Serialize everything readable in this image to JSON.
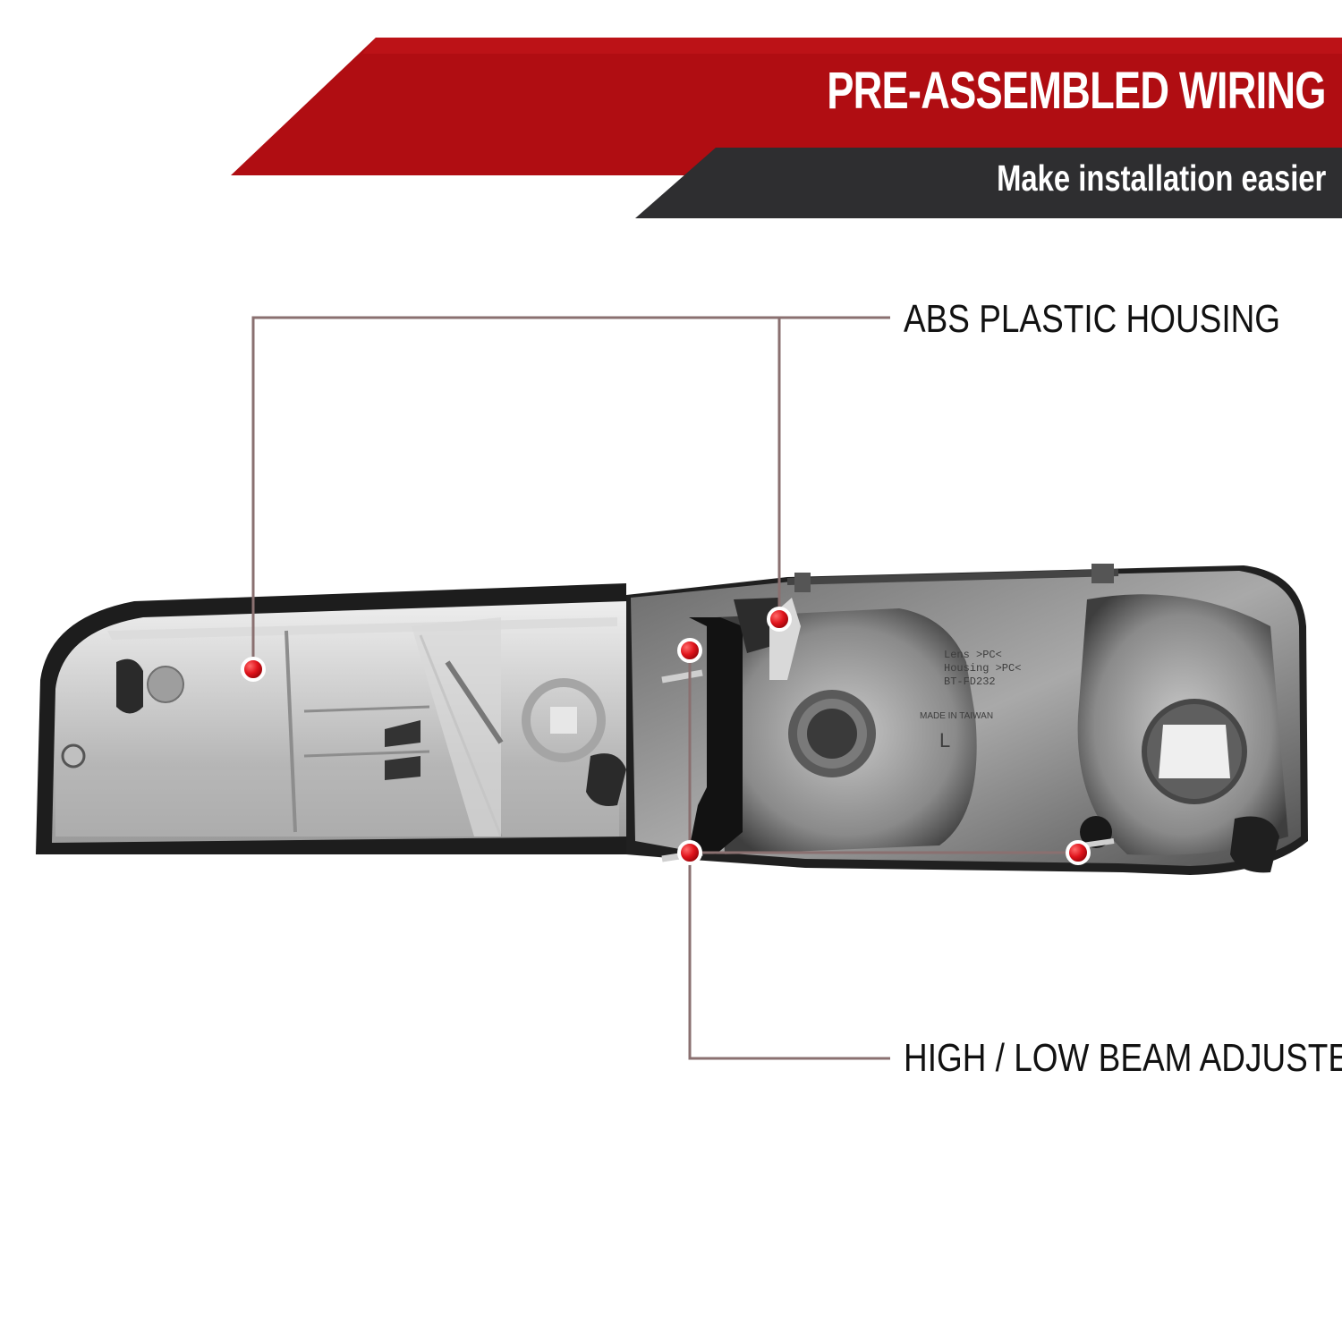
{
  "banner": {
    "title": "PRE-ASSEMBLED WIRING",
    "subtitle": "Make installation easier",
    "red_color": "#b00d12",
    "dark_color": "#2e2e30"
  },
  "callouts": {
    "housing_label": "ABS PLASTIC HOUSING",
    "adjusters_label": "HIGH / LOW BEAM ADJUSTERS",
    "line_color": "#8a7070",
    "marker_color": "#e0141c"
  },
  "product": {
    "lens_text_1": "Lens >PC<",
    "lens_text_2": "Housing >PC<",
    "lens_text_3": "BT-FD232",
    "made_in": "MADE IN TAIWAN",
    "side": "L"
  }
}
